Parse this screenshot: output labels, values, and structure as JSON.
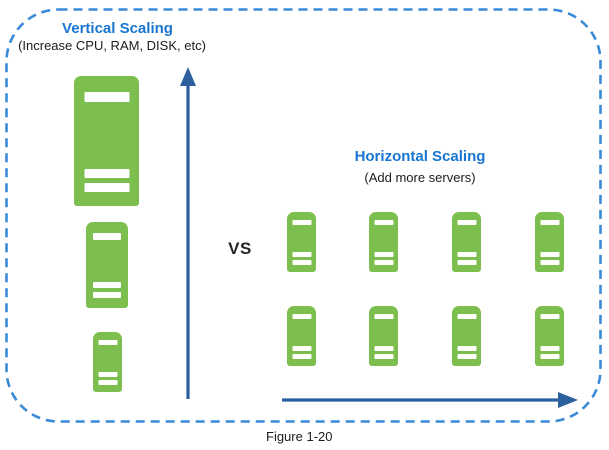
{
  "figure": {
    "caption": "Figure 1-20"
  },
  "vertical_scaling": {
    "title": "Vertical Scaling",
    "subtitle": "(Increase CPU, RAM, DISK, etc)",
    "server_count": 3,
    "arrow_direction": "up"
  },
  "horizontal_scaling": {
    "title": "Horizontal Scaling",
    "subtitle": "(Add more servers)",
    "server_count": 8,
    "rows": 2,
    "columns": 4,
    "arrow_direction": "right"
  },
  "vs_label": "VS",
  "colors": {
    "title_blue": "#1876d2",
    "arrow_blue": "#2d5f9f",
    "dashed_border_blue": "#3a8ad8",
    "server_green": "#7dbf4f",
    "stripe_white": "#ffffff",
    "text_dark": "#1c1c1c",
    "background": "#ffffff"
  }
}
